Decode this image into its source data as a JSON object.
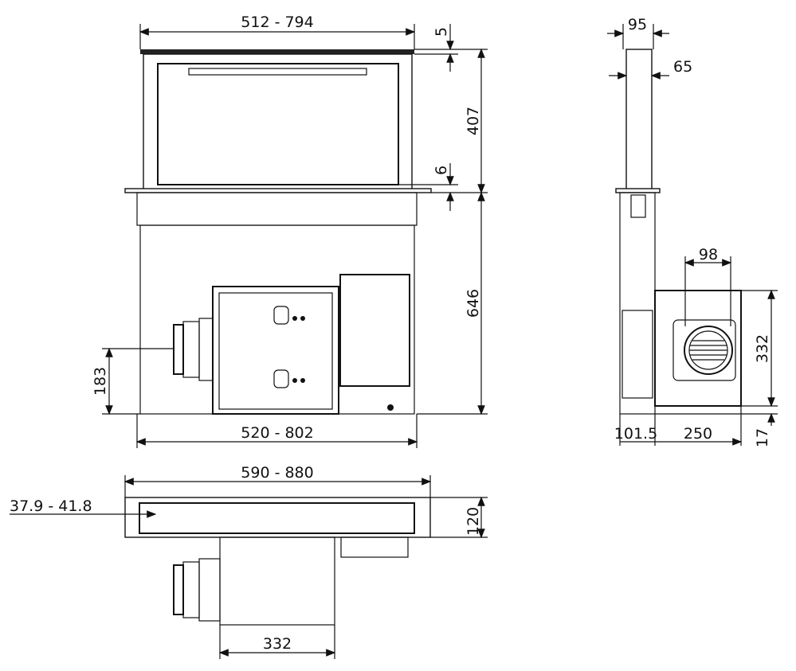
{
  "front_view": {
    "width_top": "512 - 794",
    "cap_thickness": "5",
    "panel_height": "407",
    "plate_thickness": "6",
    "body_height": "646",
    "duct_height": "183",
    "width_bottom": "520 - 802"
  },
  "side_view": {
    "column_depth_outer": "95",
    "column_depth_inner": "65",
    "outlet_diameter": "98",
    "motor_height": "332",
    "body_depth": "101.5",
    "motor_depth": "250",
    "bottom_offset": "17"
  },
  "top_view": {
    "plate_width": "590 - 880",
    "slot_offset": "37.9 - 41.8",
    "plate_depth": "120",
    "motor_width": "332"
  },
  "colors": {
    "line": "#111111",
    "background": "#ffffff"
  }
}
